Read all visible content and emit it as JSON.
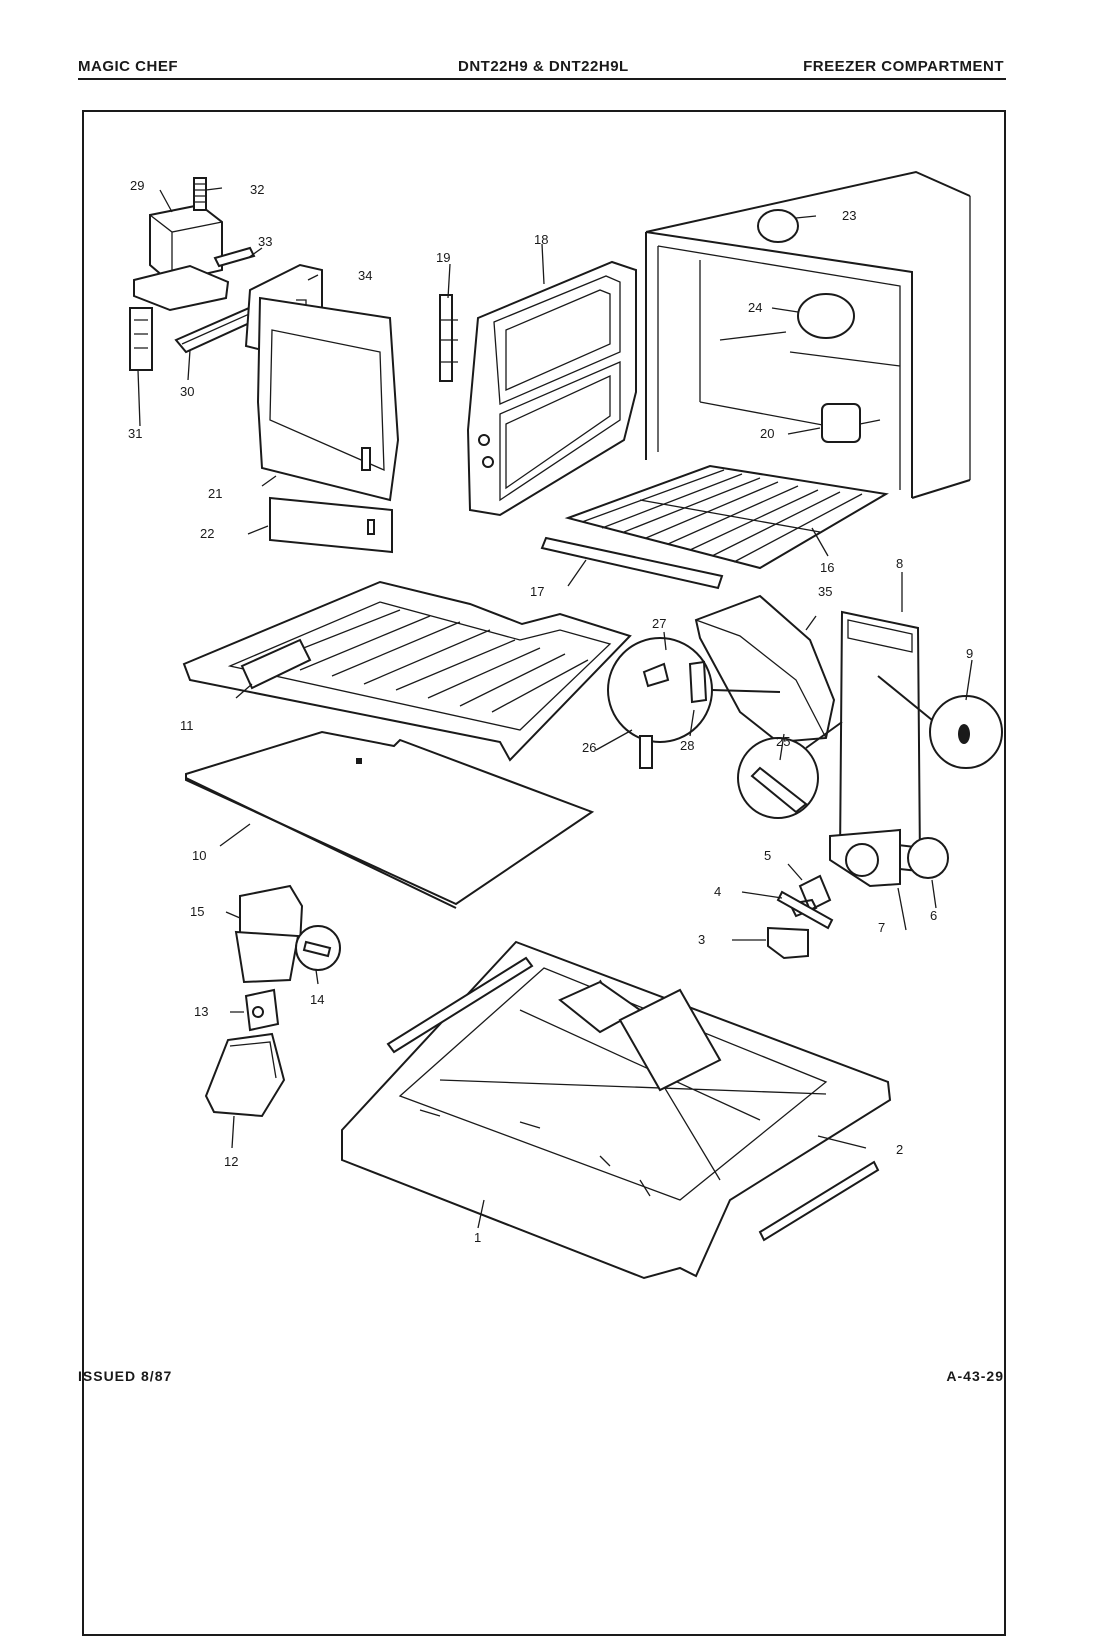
{
  "header": {
    "brand": "MAGIC CHEF",
    "model": "DNT22H9 & DNT22H9L",
    "section": "FREEZER COMPARTMENT"
  },
  "footer": {
    "issued": "ISSUED 8/87",
    "doc_ref": "A-43-29"
  },
  "callouts": [
    "1",
    "2",
    "3",
    "4",
    "5",
    "6",
    "7",
    "8",
    "9",
    "10",
    "11",
    "12",
    "13",
    "14",
    "15",
    "16",
    "17",
    "18",
    "19",
    "20",
    "21",
    "22",
    "23",
    "24",
    "25",
    "26",
    "27",
    "28",
    "29",
    "30",
    "31",
    "32",
    "33",
    "34",
    "35"
  ]
}
